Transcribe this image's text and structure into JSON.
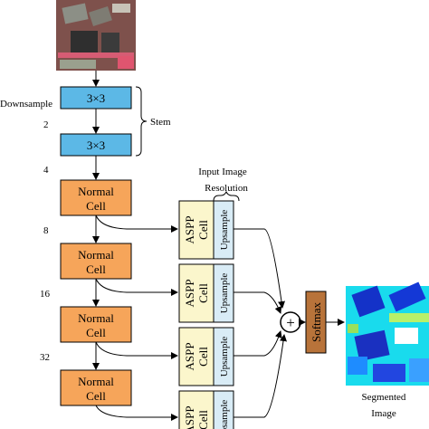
{
  "diagram": {
    "side_labels": {
      "downsample": "Downsample",
      "ds2": "2",
      "ds4": "4",
      "ds8": "8",
      "ds16": "16",
      "ds32": "32"
    },
    "stem": {
      "label": "Stem",
      "conv1": "3×3",
      "conv2": "3×3"
    },
    "cells": {
      "normal_line1": "Normal",
      "normal_line2": "Cell"
    },
    "aspp": {
      "label_line1": "ASPP",
      "label_line2": "Cell",
      "upsample": "Upsample"
    },
    "input_resolution": {
      "line1": "Input Image",
      "line2": "Resolution"
    },
    "softmax": "Softmax",
    "sum_symbol": "+",
    "output": {
      "line1": "Segmented",
      "line2": "Image"
    },
    "colors": {
      "stem_fill": "#5cb8e6",
      "normal_fill": "#f6a55a",
      "aspp_fill": "#fbf6cc",
      "upsample_fill": "#d9ecf6",
      "softmax_fill": "#b8733a",
      "stroke": "#000000"
    }
  }
}
